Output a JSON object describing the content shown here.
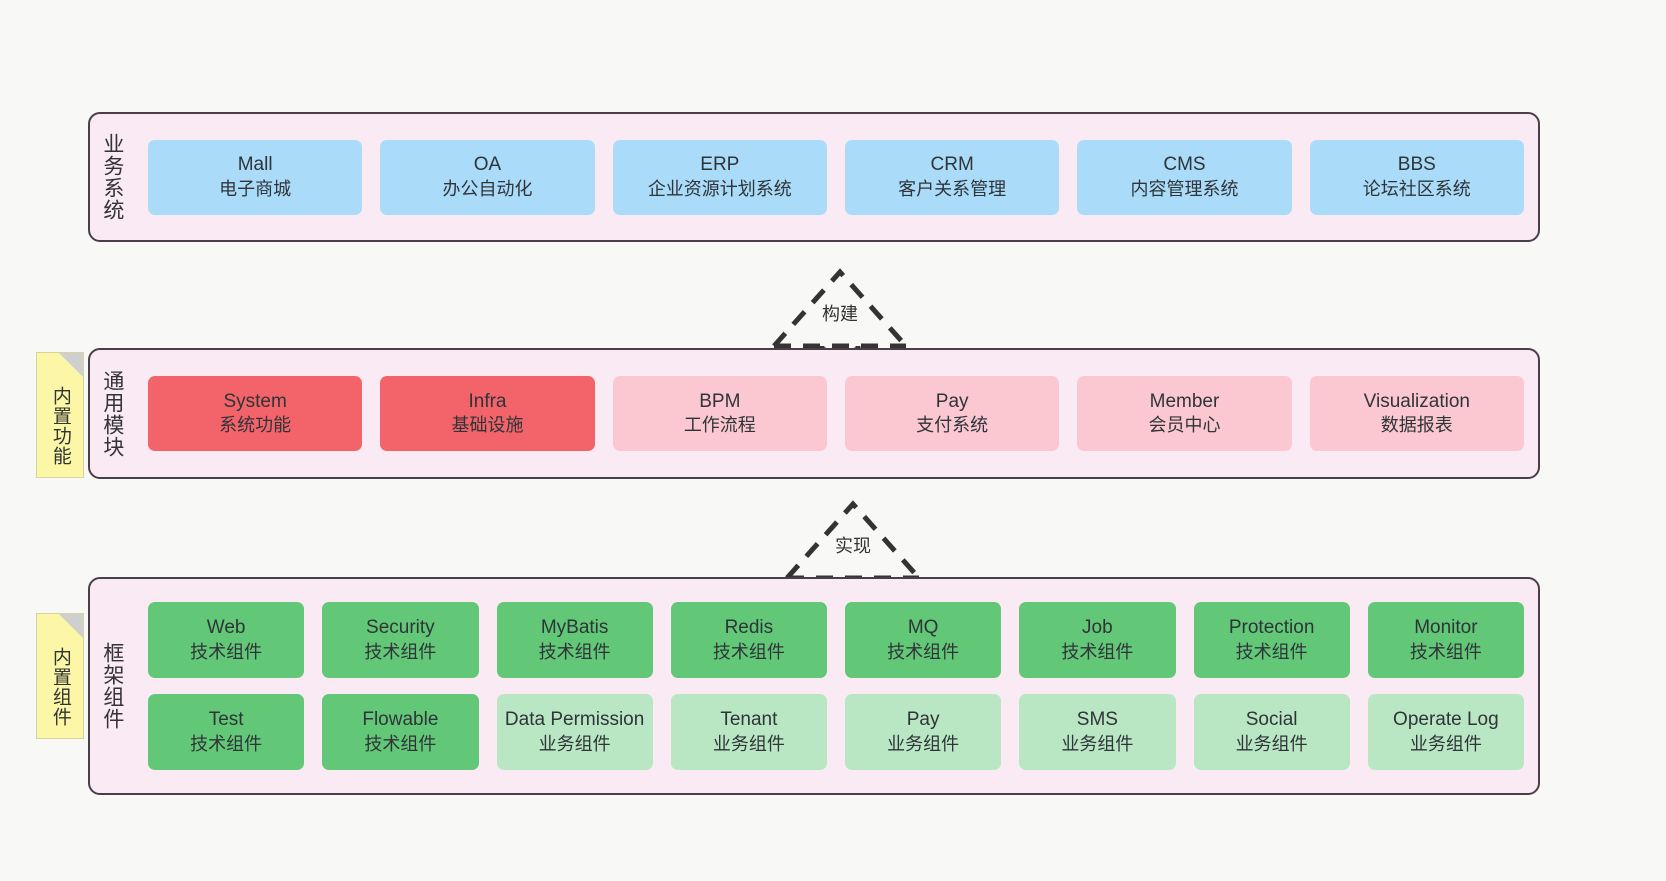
{
  "diagram": {
    "background": "#f8f8f7",
    "layer_fill": "#f9eaf4",
    "layer_border": "#4a3f48",
    "note_fill": "#fbf7a6"
  },
  "notes": [
    {
      "name": "builtin-features",
      "label": "内置功能"
    },
    {
      "name": "builtin-components",
      "label": "内置组件"
    }
  ],
  "arrows": [
    {
      "name": "build",
      "label": "构建",
      "style": "dashed-hollow-up"
    },
    {
      "name": "realize",
      "label": "实现",
      "style": "dashed-hollow-up"
    }
  ],
  "layers": [
    {
      "id": "business",
      "title": "业务系统",
      "color": "#aadcfa",
      "rows": [
        [
          {
            "en": "Mall",
            "cn": "电子商城",
            "color": "blue"
          },
          {
            "en": "OA",
            "cn": "办公自动化",
            "color": "blue"
          },
          {
            "en": "ERP",
            "cn": "企业资源计划系统",
            "color": "blue"
          },
          {
            "en": "CRM",
            "cn": "客户关系管理",
            "color": "blue"
          },
          {
            "en": "CMS",
            "cn": "内容管理系统",
            "color": "blue"
          },
          {
            "en": "BBS",
            "cn": "论坛社区系统",
            "color": "blue"
          }
        ]
      ]
    },
    {
      "id": "modules",
      "title": "通用模块",
      "color": "#f2646a",
      "rows": [
        [
          {
            "en": "System",
            "cn": "系统功能",
            "color": "red"
          },
          {
            "en": "Infra",
            "cn": "基础设施",
            "color": "red"
          },
          {
            "en": "BPM",
            "cn": "工作流程",
            "color": "pink"
          },
          {
            "en": "Pay",
            "cn": "支付系统",
            "color": "pink"
          },
          {
            "en": "Member",
            "cn": "会员中心",
            "color": "pink"
          },
          {
            "en": "Visualization",
            "cn": "数据报表",
            "color": "pink"
          }
        ]
      ]
    },
    {
      "id": "framework",
      "title": "框架组件",
      "color": "#63c778",
      "rows": [
        [
          {
            "en": "Web",
            "cn": "技术组件",
            "color": "green"
          },
          {
            "en": "Security",
            "cn": "技术组件",
            "color": "green"
          },
          {
            "en": "MyBatis",
            "cn": "技术组件",
            "color": "green"
          },
          {
            "en": "Redis",
            "cn": "技术组件",
            "color": "green"
          },
          {
            "en": "MQ",
            "cn": "技术组件",
            "color": "green"
          },
          {
            "en": "Job",
            "cn": "技术组件",
            "color": "green"
          },
          {
            "en": "Protection",
            "cn": "技术组件",
            "color": "green"
          },
          {
            "en": "Monitor",
            "cn": "技术组件",
            "color": "green"
          }
        ],
        [
          {
            "en": "Test",
            "cn": "技术组件",
            "color": "green"
          },
          {
            "en": "Flowable",
            "cn": "技术组件",
            "color": "green"
          },
          {
            "en": "Data Permission",
            "cn": "业务组件",
            "color": "lgreen"
          },
          {
            "en": "Tenant",
            "cn": "业务组件",
            "color": "lgreen"
          },
          {
            "en": "Pay",
            "cn": "业务组件",
            "color": "lgreen"
          },
          {
            "en": "SMS",
            "cn": "业务组件",
            "color": "lgreen"
          },
          {
            "en": "Social",
            "cn": "业务组件",
            "color": "lgreen"
          },
          {
            "en": "Operate Log",
            "cn": "业务组件",
            "color": "lgreen"
          }
        ]
      ]
    }
  ]
}
